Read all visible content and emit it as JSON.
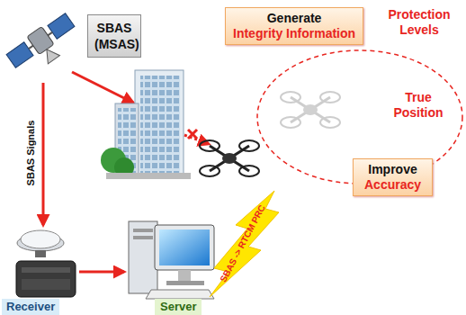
{
  "diagram": {
    "nodes": [
      {
        "text": [
          "SBAS (MSAS)"
        ]
      },
      {
        "text": [
          "Generate",
          "Integrity Information"
        ]
      },
      {
        "text": [
          "Protection Levels",
          "True Position"
        ]
      },
      {
        "text": [
          "Improve",
          "Accuracy"
        ]
      },
      {
        "text": [
          "Receiver"
        ]
      },
      {
        "text": [
          "Server"
        ]
      }
    ],
    "labels": [
      "SBAS Signals",
      "SBAS -> RTCM PRC"
    ]
  }
}
